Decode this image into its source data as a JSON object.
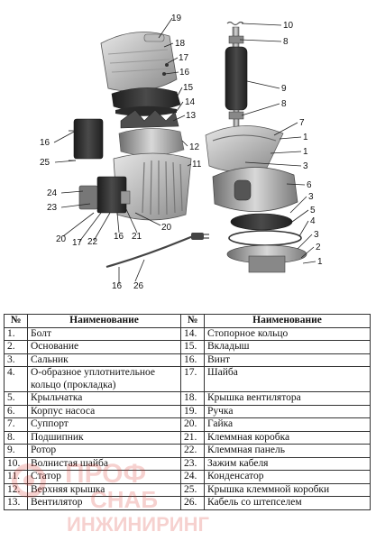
{
  "callouts": {
    "left": [
      {
        "n": "19"
      },
      {
        "n": "18"
      },
      {
        "n": "17"
      },
      {
        "n": "16"
      },
      {
        "n": "15"
      },
      {
        "n": "14"
      },
      {
        "n": "13"
      },
      {
        "n": "12"
      },
      {
        "n": "11"
      },
      {
        "n": "16"
      },
      {
        "n": "25"
      },
      {
        "n": "24"
      },
      {
        "n": "23"
      },
      {
        "n": "20"
      },
      {
        "n": "17"
      },
      {
        "n": "22"
      },
      {
        "n": "16"
      },
      {
        "n": "21"
      },
      {
        "n": "20"
      },
      {
        "n": "16"
      },
      {
        "n": "26"
      }
    ],
    "right": [
      {
        "n": "10"
      },
      {
        "n": "8"
      },
      {
        "n": "9"
      },
      {
        "n": "8"
      },
      {
        "n": "7"
      },
      {
        "n": "1"
      },
      {
        "n": "1"
      },
      {
        "n": "3"
      },
      {
        "n": "6"
      },
      {
        "n": "3"
      },
      {
        "n": "5"
      },
      {
        "n": "4"
      },
      {
        "n": "3"
      },
      {
        "n": "2"
      },
      {
        "n": "1"
      }
    ]
  },
  "table": {
    "headers": [
      "№",
      "Наименование",
      "№",
      "Наименование"
    ],
    "rows": [
      [
        "1.",
        "Болт",
        "14.",
        "Стопорное кольцо"
      ],
      [
        "2.",
        "Основание",
        "15.",
        "Вкладыш"
      ],
      [
        "3.",
        "Сальник",
        "16.",
        "Винт"
      ],
      [
        "4.",
        "О-образное уплотнительное кольцо (прокладка)",
        "17.",
        "Шайба"
      ],
      [
        "5.",
        "Крыльчатка",
        "18.",
        "Крышка вентилятора"
      ],
      [
        "6.",
        "Корпус насоса",
        "19.",
        "Ручка"
      ],
      [
        "7.",
        "Суппорт",
        "20.",
        "Гайка"
      ],
      [
        "8.",
        "Подшипник",
        "21.",
        "Клеммная коробка"
      ],
      [
        "9.",
        "Ротор",
        "22.",
        "Клеммная панель"
      ],
      [
        "10.",
        "Волнистая шайба",
        "23.",
        "Зажим кабеля"
      ],
      [
        "11.",
        "Статор",
        "24.",
        "Конденсатор"
      ],
      [
        "12.",
        "Верхняя крышка",
        "25.",
        "Крышка клеммной коробки"
      ],
      [
        "13.",
        "Вентилятор",
        "26.",
        "Кабель со штепселем"
      ]
    ]
  },
  "watermark": {
    "line1": "ПРОФ",
    "line2": "СНАБ",
    "line3": "ИНЖИНИРИНГ",
    "color": "#d9342b"
  }
}
